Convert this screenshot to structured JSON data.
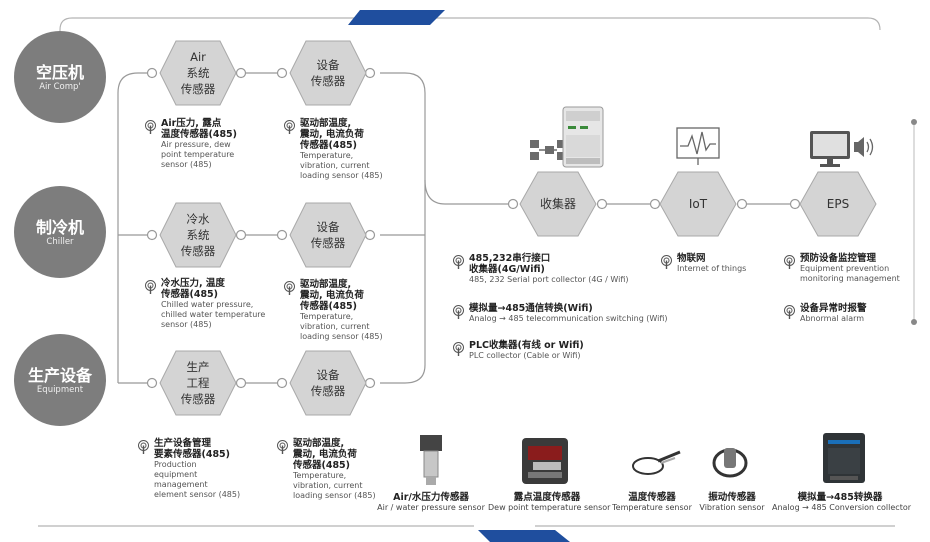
{
  "sources": [
    {
      "zh": "空压机",
      "en": "Air Comp'"
    },
    {
      "zh": "制冷机",
      "en": "Chiller"
    },
    {
      "zh": "生产设备",
      "en": "Equipment"
    }
  ],
  "hex_sensors": [
    {
      "lines": [
        "Air",
        "系统",
        "传感器"
      ]
    },
    {
      "lines": [
        "设备",
        "传感器"
      ]
    },
    {
      "lines": [
        "冷水",
        "系统",
        "传感器"
      ]
    },
    {
      "lines": [
        "设备",
        "传感器"
      ]
    },
    {
      "lines": [
        "生产",
        "工程",
        "传感器"
      ]
    },
    {
      "lines": [
        "设备",
        "传感器"
      ]
    }
  ],
  "hex_main": [
    {
      "label": "收集器"
    },
    {
      "label": "IoT"
    },
    {
      "label": "EPS"
    }
  ],
  "sensor_info": [
    {
      "zh": [
        "Air压力, 露点",
        "温度传感器(485)"
      ],
      "en": [
        "Air pressure, dew",
        "point temperature",
        "sensor (485)"
      ]
    },
    {
      "zh": [
        "驱动部温度,",
        "震动, 电流负荷",
        "传感器(485)"
      ],
      "en": [
        "Temperature,",
        "vibration, current",
        "loading sensor (485)"
      ]
    },
    {
      "zh": [
        "冷水压力, 温度",
        "传感器(485)"
      ],
      "en": [
        "Chilled water pressure,",
        "chilled water temperature",
        "sensor (485)"
      ]
    },
    {
      "zh": [
        "驱动部温度,",
        "震动, 电流负荷",
        "传感器(485)"
      ],
      "en": [
        "Temperature,",
        "vibration, current",
        "loading sensor (485)"
      ]
    },
    {
      "zh": [
        "生产设备管理",
        "要素传感器(485)"
      ],
      "en": [
        "Production",
        "equipment",
        "management",
        "element sensor (485)"
      ]
    },
    {
      "zh": [
        "驱动部温度,",
        "震动, 电流负荷",
        "传感器(485)"
      ],
      "en": [
        "Temperature,",
        "vibration, current",
        "loading sensor (485)"
      ]
    }
  ],
  "collector_info": [
    {
      "zh": [
        "485,232串行接口",
        "收集器(4G/Wifi)"
      ],
      "en": [
        "485, 232 Serial port collector (4G / Wifi)"
      ]
    },
    {
      "zh": [
        "模拟量→485通信转换(Wifi)"
      ],
      "en": [
        "Analog → 485 telecommunication switching (Wifi)"
      ]
    },
    {
      "zh": [
        "PLC收集器(有线 or Wifi)"
      ],
      "en": [
        "PLC collector (Cable or Wifi)"
      ]
    }
  ],
  "iot_info": {
    "zh": [
      "物联网"
    ],
    "en": [
      "Internet of things"
    ]
  },
  "eps_info": [
    {
      "zh": [
        "预防设备监控管理"
      ],
      "en": [
        "Equipment prevention",
        "monitoring management"
      ]
    },
    {
      "zh": [
        "设备异常时报警"
      ],
      "en": [
        "Abnormal alarm"
      ]
    }
  ],
  "products": [
    {
      "zh": "Air/水压力传感器",
      "en": "Air / water pressure sensor"
    },
    {
      "zh": "露点温度传感器",
      "en": "Dew point temperature sensor"
    },
    {
      "zh": "温度传感器",
      "en": "Temperature sensor"
    },
    {
      "zh": "振动传感器",
      "en": "Vibration sensor"
    },
    {
      "zh": "模拟量→485转换器",
      "en": "Analog → 485 Conversion collector"
    }
  ],
  "colors": {
    "circle": "#7d7d7d",
    "hex": "#d4d4d4",
    "hex_stroke": "#a8a8a8",
    "line": "#8a8a8a",
    "accent": "#1f4e9e"
  }
}
